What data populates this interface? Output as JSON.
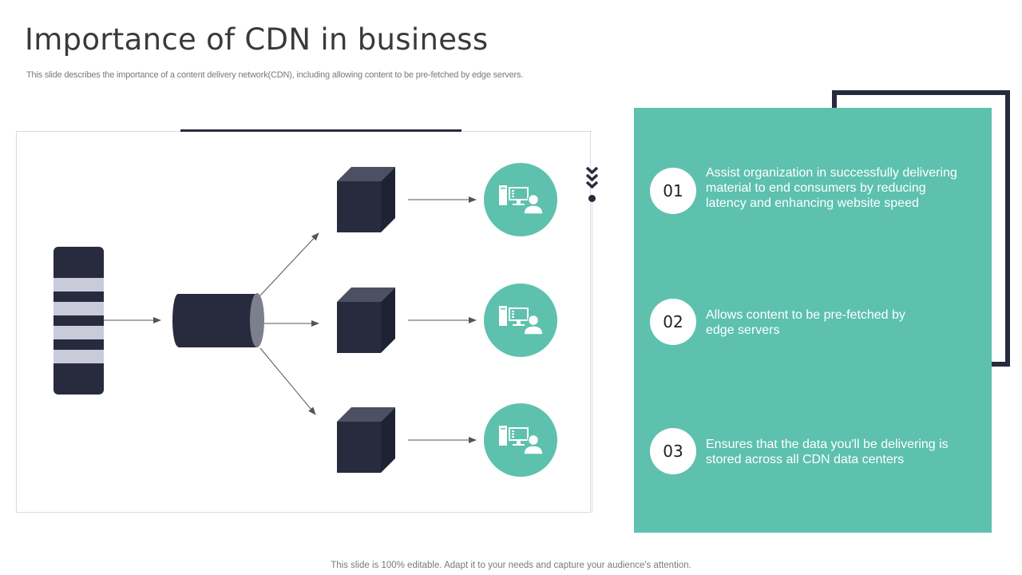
{
  "header": {
    "title": "Importance of CDN in business",
    "subtitle": "This slide describes the importance of a content delivery network(CDN), including allowing content to be pre-fetched by edge servers."
  },
  "diagram": {
    "nodes": [
      {
        "id": "origin-server",
        "icon": "server-rack-icon"
      },
      {
        "id": "cdn",
        "icon": "cylinder-icon"
      },
      {
        "id": "edge-server-1",
        "icon": "cube-icon"
      },
      {
        "id": "edge-server-2",
        "icon": "cube-icon"
      },
      {
        "id": "edge-server-3",
        "icon": "cube-icon"
      },
      {
        "id": "client-1",
        "icon": "computer-user-icon"
      },
      {
        "id": "client-2",
        "icon": "computer-user-icon"
      },
      {
        "id": "client-3",
        "icon": "computer-user-icon"
      }
    ],
    "edges": [
      [
        "origin-server",
        "cdn"
      ],
      [
        "cdn",
        "edge-server-1"
      ],
      [
        "cdn",
        "edge-server-2"
      ],
      [
        "cdn",
        "edge-server-3"
      ],
      [
        "edge-server-1",
        "client-1"
      ],
      [
        "edge-server-2",
        "client-2"
      ],
      [
        "edge-server-3",
        "client-3"
      ]
    ]
  },
  "panel": {
    "items": [
      {
        "number": "01",
        "text": "Assist organization in successfully  delivering material to end consumers by reducing latency  and enhancing  website speed"
      },
      {
        "number": "02",
        "text": "Allows content  to be pre-fetched by edge servers"
      },
      {
        "number": "03",
        "text": "Ensures that the data you'll be delivering is stored across all CDN data centers"
      }
    ]
  },
  "colors": {
    "teal": "#5dc1ae",
    "navy": "#282b3e",
    "stripe": "#c9cbdb"
  },
  "footer": {
    "text": "This slide is 100% editable. Adapt it to your needs and capture your audience's attention."
  }
}
